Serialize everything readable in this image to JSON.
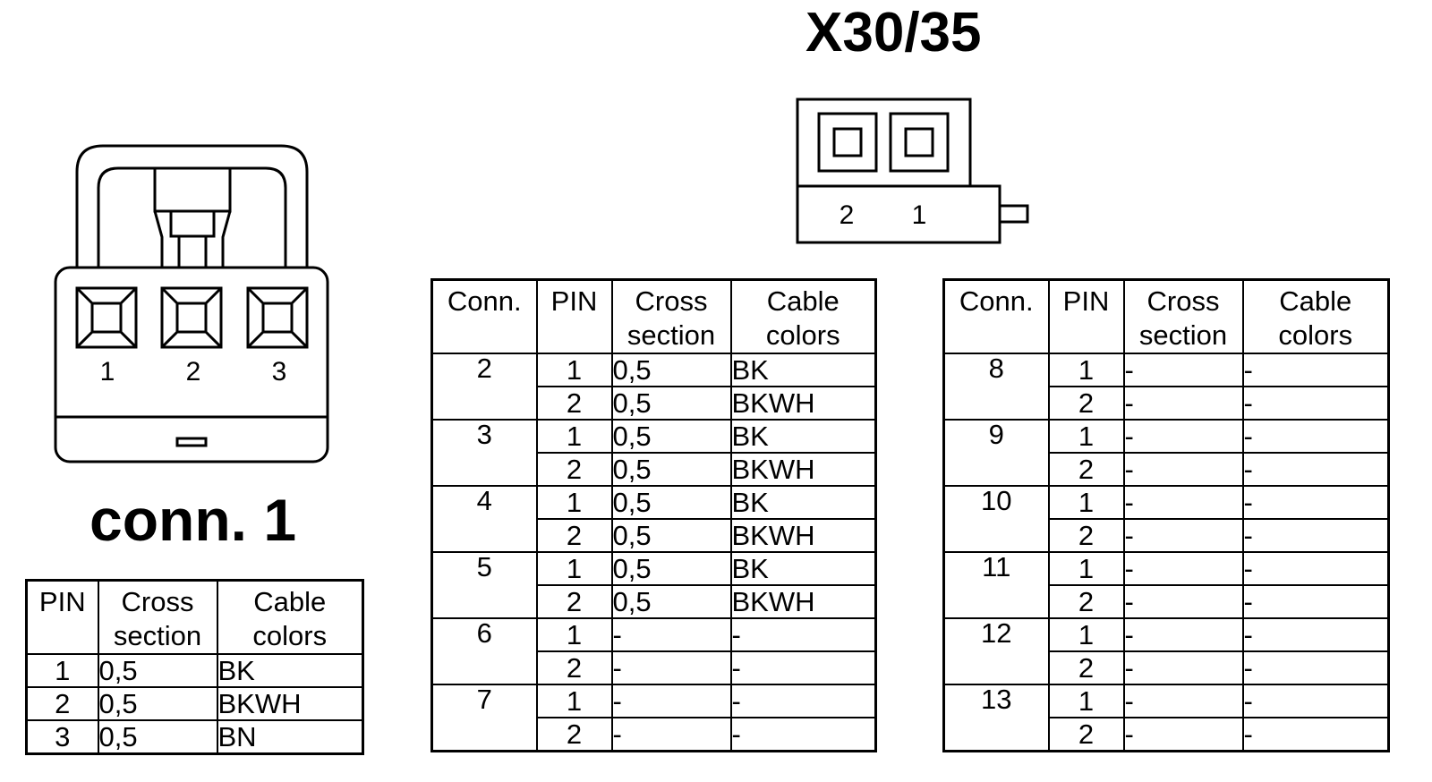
{
  "conn1": {
    "title": "conn. 1",
    "pin_labels": [
      "1",
      "2",
      "3"
    ],
    "headers": [
      "PIN",
      "Cross section",
      "Cable colors"
    ],
    "rows": [
      {
        "pin": "1",
        "cross": "0,5",
        "color": "BK"
      },
      {
        "pin": "2",
        "cross": "0,5",
        "color": "BKWH"
      },
      {
        "pin": "3",
        "cross": "0,5",
        "color": "BN"
      }
    ]
  },
  "x30": {
    "title": "X30/35",
    "pin_labels": [
      "2",
      "1"
    ],
    "headers": [
      "Conn.",
      "PIN",
      "Cross section",
      "Cable colors"
    ],
    "left_table": [
      {
        "conn": "2",
        "rows": [
          {
            "pin": "1",
            "cross": "0,5",
            "color": "BK"
          },
          {
            "pin": "2",
            "cross": "0,5",
            "color": "BKWH"
          }
        ]
      },
      {
        "conn": "3",
        "rows": [
          {
            "pin": "1",
            "cross": "0,5",
            "color": "BK"
          },
          {
            "pin": "2",
            "cross": "0,5",
            "color": "BKWH"
          }
        ]
      },
      {
        "conn": "4",
        "rows": [
          {
            "pin": "1",
            "cross": "0,5",
            "color": "BK"
          },
          {
            "pin": "2",
            "cross": "0,5",
            "color": "BKWH"
          }
        ]
      },
      {
        "conn": "5",
        "rows": [
          {
            "pin": "1",
            "cross": "0,5",
            "color": "BK"
          },
          {
            "pin": "2",
            "cross": "0,5",
            "color": "BKWH"
          }
        ]
      },
      {
        "conn": "6",
        "rows": [
          {
            "pin": "1",
            "cross": "-",
            "color": "-"
          },
          {
            "pin": "2",
            "cross": "-",
            "color": "-"
          }
        ]
      },
      {
        "conn": "7",
        "rows": [
          {
            "pin": "1",
            "cross": "-",
            "color": "-"
          },
          {
            "pin": "2",
            "cross": "-",
            "color": "-"
          }
        ]
      }
    ],
    "right_table": [
      {
        "conn": "8",
        "rows": [
          {
            "pin": "1",
            "cross": "-",
            "color": "-"
          },
          {
            "pin": "2",
            "cross": "-",
            "color": "-"
          }
        ]
      },
      {
        "conn": "9",
        "rows": [
          {
            "pin": "1",
            "cross": "-",
            "color": "-"
          },
          {
            "pin": "2",
            "cross": "-",
            "color": "-"
          }
        ]
      },
      {
        "conn": "10",
        "rows": [
          {
            "pin": "1",
            "cross": "-",
            "color": "-"
          },
          {
            "pin": "2",
            "cross": "-",
            "color": "-"
          }
        ]
      },
      {
        "conn": "11",
        "rows": [
          {
            "pin": "1",
            "cross": "-",
            "color": "-"
          },
          {
            "pin": "2",
            "cross": "-",
            "color": "-"
          }
        ]
      },
      {
        "conn": "12",
        "rows": [
          {
            "pin": "1",
            "cross": "-",
            "color": "-"
          },
          {
            "pin": "2",
            "cross": "-",
            "color": "-"
          }
        ]
      },
      {
        "conn": "13",
        "rows": [
          {
            "pin": "1",
            "cross": "-",
            "color": "-"
          },
          {
            "pin": "2",
            "cross": "-",
            "color": "-"
          }
        ]
      }
    ]
  }
}
